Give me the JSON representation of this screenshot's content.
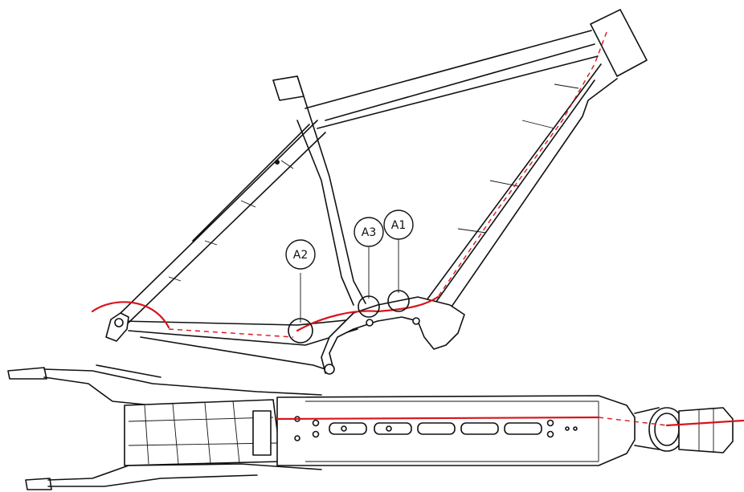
{
  "colors": {
    "line": "#111111",
    "routing": "#d9141c",
    "background": "#ffffff"
  },
  "callouts": [
    {
      "id": "A1",
      "label": "A1"
    },
    {
      "id": "A2",
      "label": "A2"
    },
    {
      "id": "A3",
      "label": "A3"
    }
  ]
}
